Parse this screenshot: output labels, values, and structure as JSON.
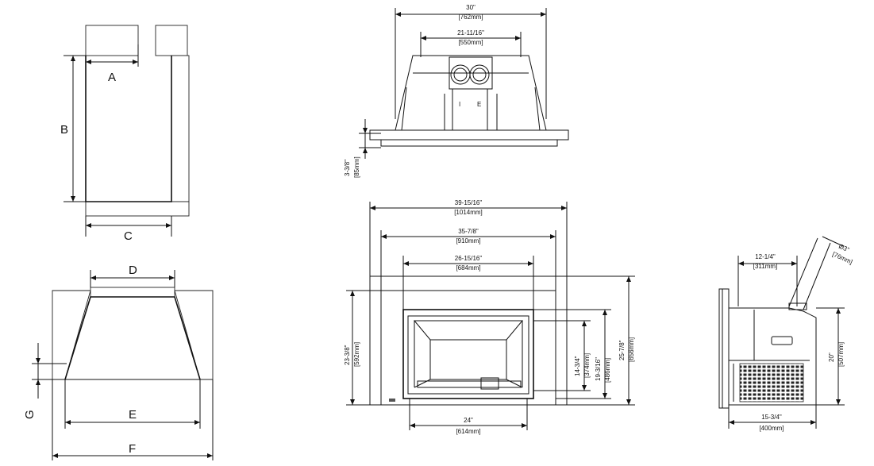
{
  "opening_labels": {
    "A": "A",
    "B": "B",
    "C": "C",
    "D": "D",
    "E": "E",
    "F": "F",
    "G": "G"
  },
  "top_view": {
    "overall_width": "30\"",
    "overall_width_mm": "[762mm]",
    "inner_width": "21-11/16\"",
    "inner_width_mm": "[550mm]",
    "depth": "3-3/8\"",
    "depth_mm": "[85mm]",
    "collar_left": "I",
    "collar_right": "E"
  },
  "front_view": {
    "surround_width": "39-15/16\"",
    "surround_width_mm": "[1014mm]",
    "frame_width": "35-7/8\"",
    "frame_width_mm": "[910mm]",
    "top_opening_width": "26-15/16\"",
    "top_opening_width_mm": "[684mm]",
    "bottom_width": "24\"",
    "bottom_width_mm": "[614mm]",
    "frame_height": "23-3/8\"",
    "frame_height_mm": "[592mm]",
    "opening_height": "14-3/4\"",
    "opening_height_mm": "[374mm]",
    "firebox_height": "19-3/16\"",
    "firebox_height_mm": "[486mm]",
    "surround_height": "25-7/8\"",
    "surround_height_mm": "[656mm]"
  },
  "side_view": {
    "flue_diameter": "Ø3\"",
    "flue_diameter_mm": "[76mm]",
    "flue_offset": "12-1/4\"",
    "flue_offset_mm": "[311mm]",
    "height": "20\"",
    "height_mm": "[507mm]",
    "depth": "15-3/4\"",
    "depth_mm": "[400mm]"
  }
}
